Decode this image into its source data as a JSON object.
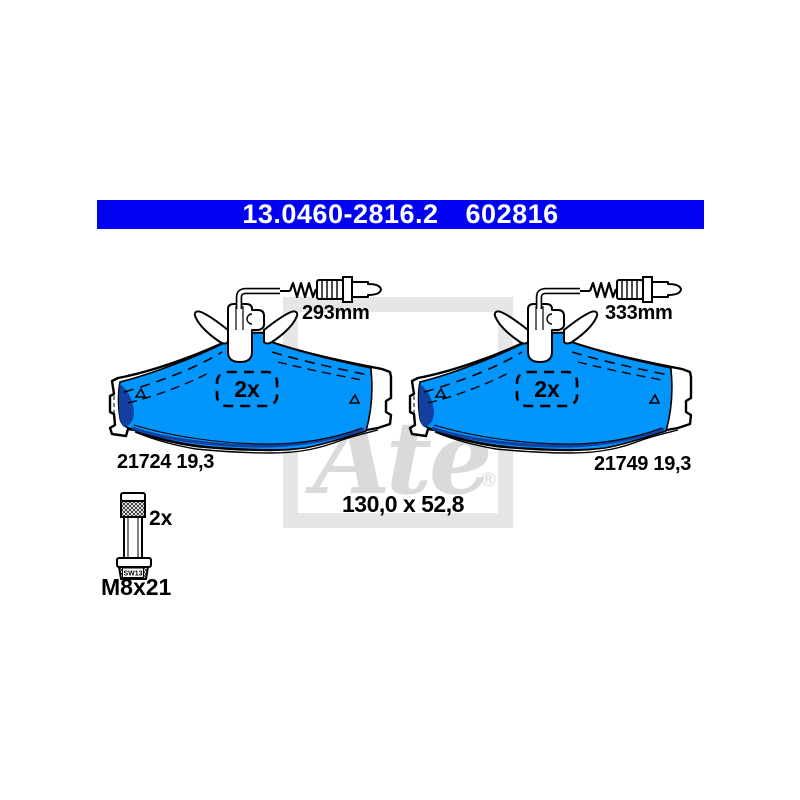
{
  "header": {
    "part_number": "13.0460-2816.2",
    "ref_number": "602816"
  },
  "pads": {
    "left": {
      "sensor_length": "293mm",
      "quantity": "2x",
      "part_code": "21724 19,3"
    },
    "right": {
      "sensor_length": "333mm",
      "quantity": "2x",
      "part_code": "21749 19,3"
    }
  },
  "dimensions": {
    "size_label": "130,0 x 52,8"
  },
  "bolt": {
    "quantity": "2x",
    "size_label": "M8x21",
    "head_label": "SW13"
  },
  "watermark": {
    "brand_script": "Ate",
    "registered_mark": "®"
  },
  "colors": {
    "header_blue": "#0202f2",
    "pad_blue": "#0295fb",
    "shading_navy": "#1240a0",
    "watermark_gray": "#e6e6e6",
    "outline_black": "#000000"
  }
}
